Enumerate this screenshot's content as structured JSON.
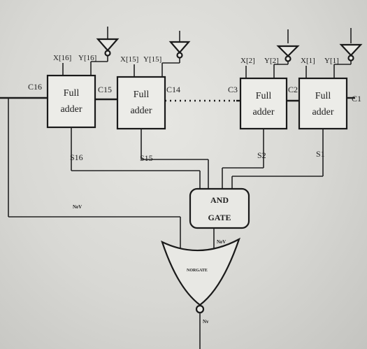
{
  "adders": [
    {
      "id": "fa16",
      "line1": "Full",
      "line2": "adder",
      "x_in": "X[16]",
      "y_in": "Y[16]",
      "sum": "S16",
      "carry_in": "C16"
    },
    {
      "id": "fa15",
      "line1": "Full",
      "line2": "adder",
      "x_in": "X[15]",
      "y_in": "Y[15]",
      "sum": "S15",
      "carry_in": "C15"
    },
    {
      "id": "fa2",
      "line1": "Full",
      "line2": "adder",
      "x_in": "X[2]",
      "y_in": "Y[2]",
      "sum": "S2",
      "carry_in": "C3"
    },
    {
      "id": "fa1",
      "line1": "Full",
      "line2": "adder",
      "x_in": "X[1]",
      "y_in": "Y[1]",
      "sum": "S1",
      "carry_in": "C2"
    }
  ],
  "carry": {
    "c14": "C14",
    "c1": "C1"
  },
  "and_gate": {
    "line1": "AND",
    "line2": "GATE"
  },
  "nor_gate": {
    "label": "NORGATE"
  },
  "signals": {
    "left": "NeV",
    "and_out": "NeV",
    "nor_out": "Nv"
  }
}
